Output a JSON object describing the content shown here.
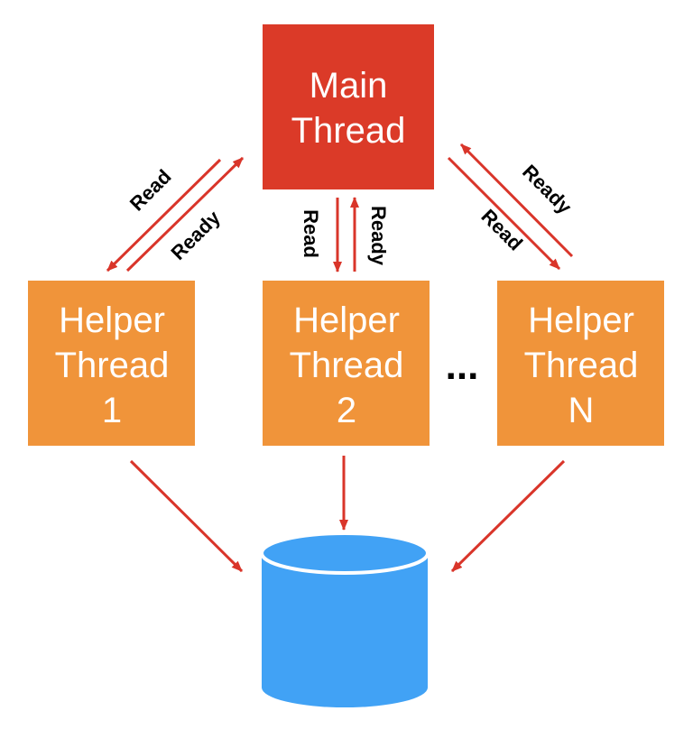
{
  "main_thread": {
    "line1": "Main",
    "line2": "Thread",
    "color": "#db3a28"
  },
  "helpers": [
    {
      "line1": "Helper",
      "line2": "Thread",
      "line3": "1"
    },
    {
      "line1": "Helper",
      "line2": "Thread",
      "line3": "2"
    },
    {
      "line1": "Helper",
      "line2": "Thread",
      "line3": "N"
    }
  ],
  "helper_color": "#f0943a",
  "ellipsis": "...",
  "labels": {
    "read": "Read",
    "ready": "Ready"
  },
  "arrow_color": "#d9352a",
  "database": {
    "icon": "database-cylinder-icon",
    "color": "#41a2f5"
  }
}
